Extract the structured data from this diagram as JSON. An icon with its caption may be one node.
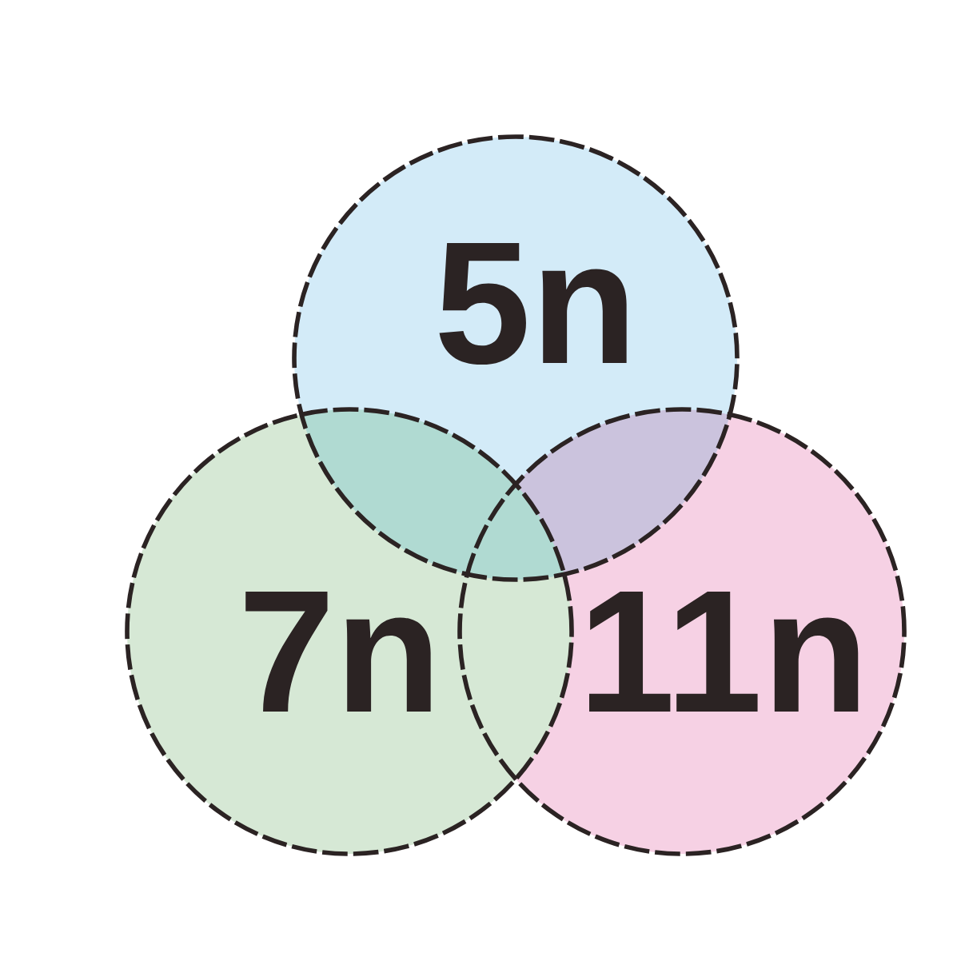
{
  "diagram": {
    "nodes": [
      {
        "text": [
          "5n"
        ]
      },
      {
        "text": [
          "7n"
        ]
      },
      {
        "text": [
          "11n"
        ]
      }
    ]
  }
}
